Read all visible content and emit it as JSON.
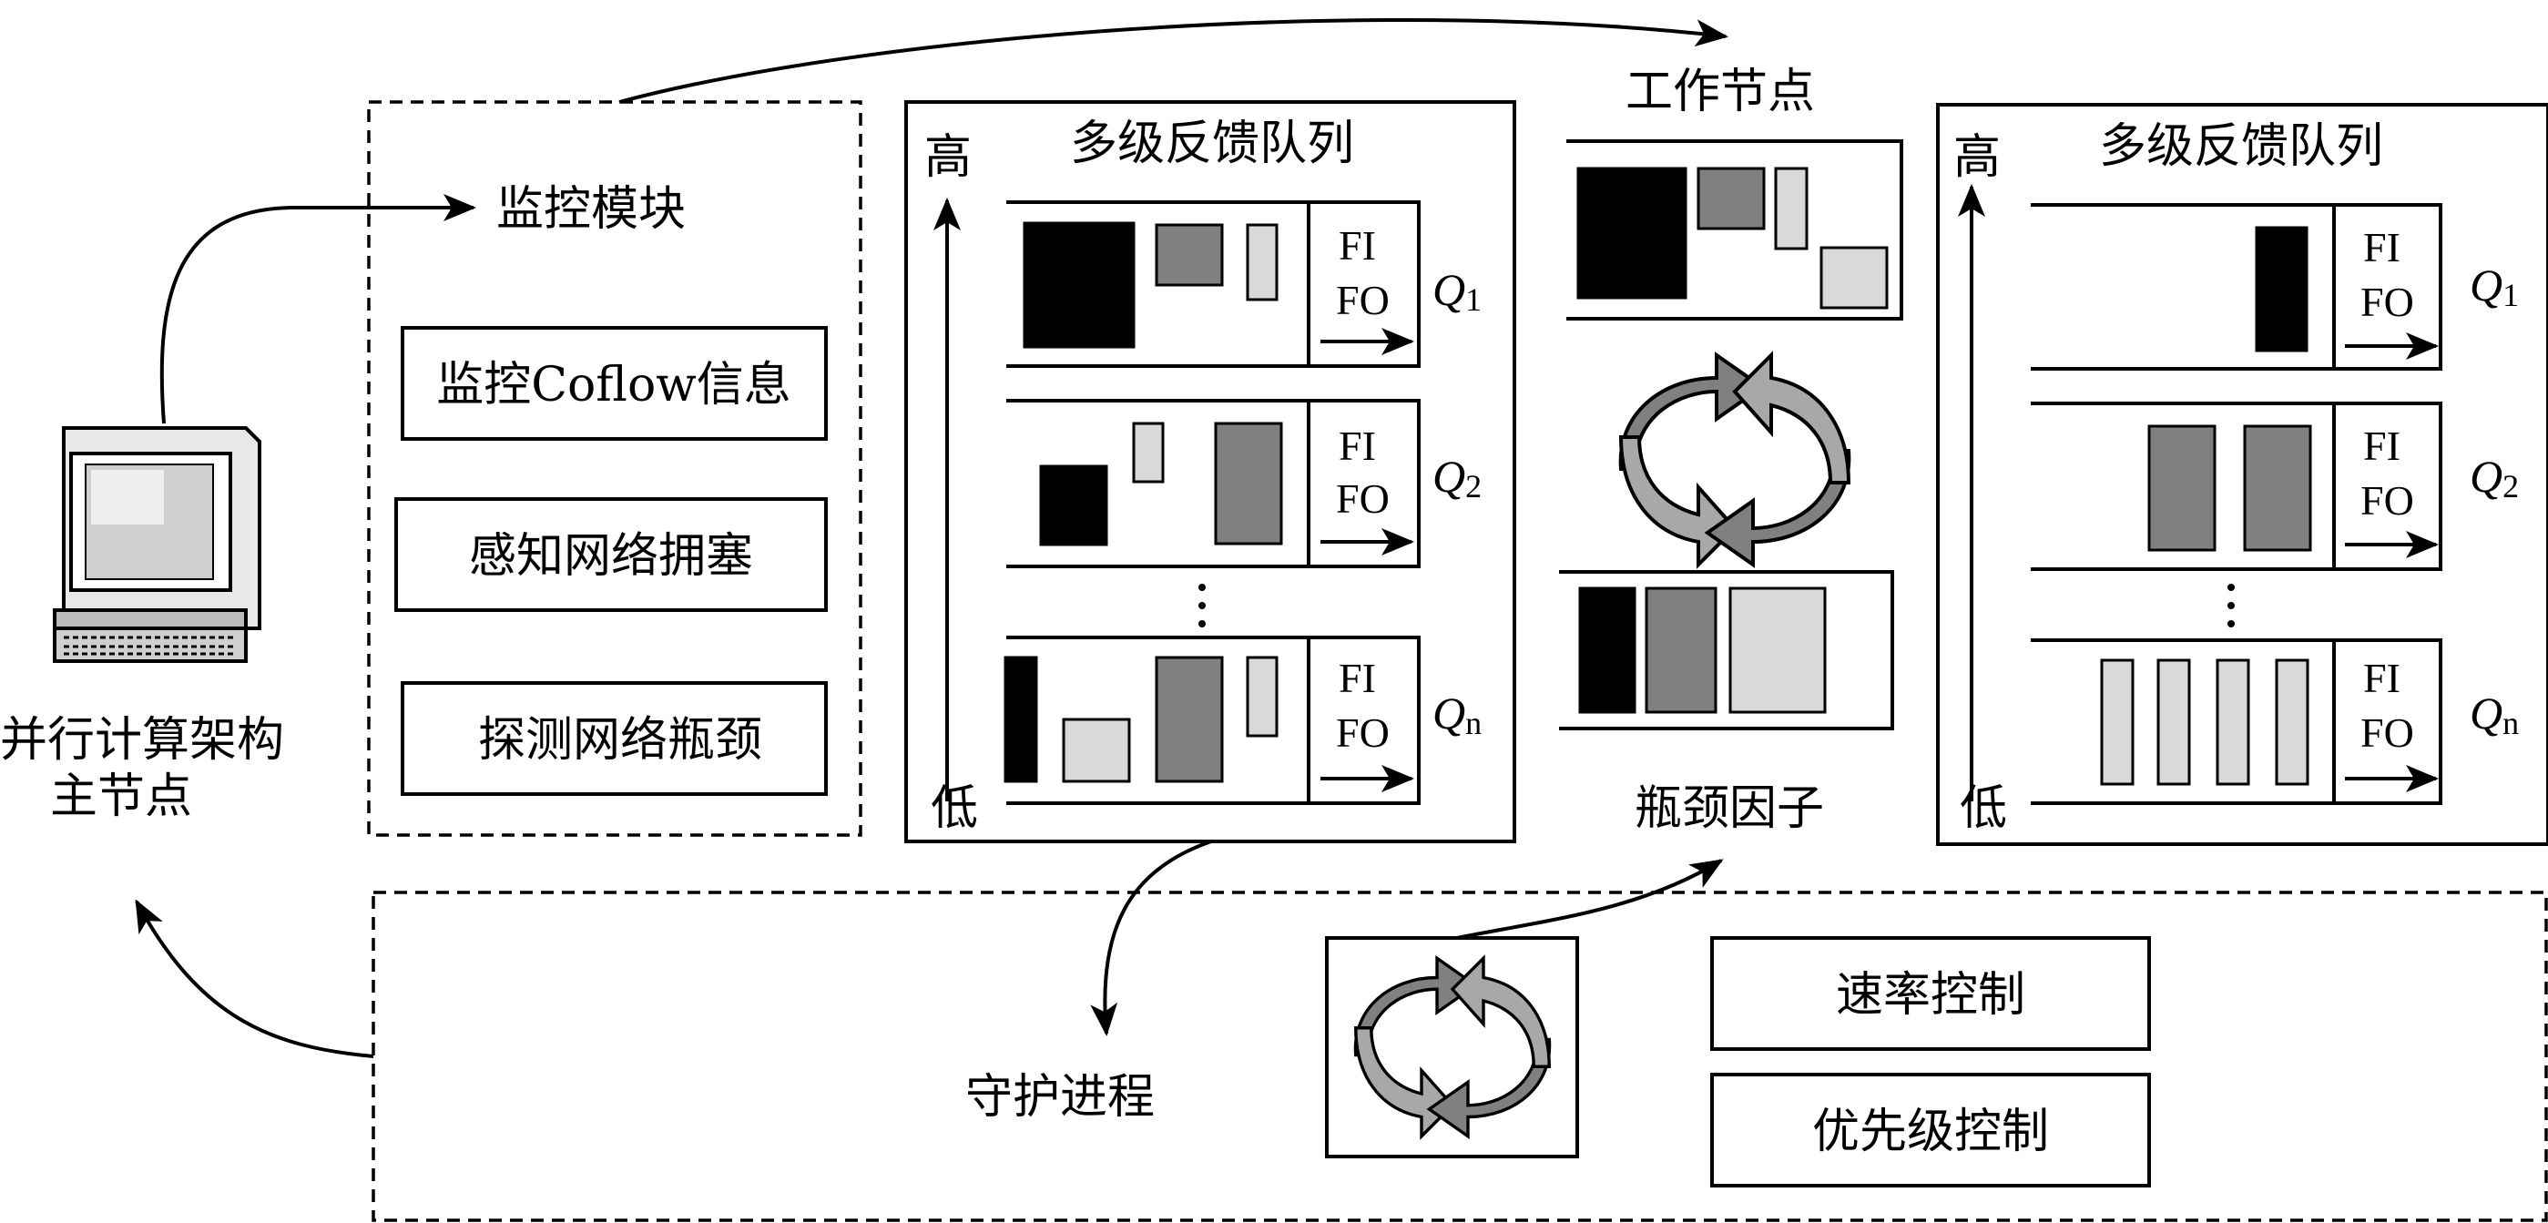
{
  "master": {
    "line1": "并行计算架构",
    "line2": "主节点"
  },
  "monitor": {
    "title": "监控模块",
    "items": [
      "监控Coflow信息",
      "感知网络拥塞",
      "探测网络瓶颈"
    ]
  },
  "queue": {
    "title": "多级反馈队列",
    "high": "高",
    "low": "低",
    "fifo_top": "FI",
    "fifo_bottom": "FO",
    "labels": [
      {
        "letter": "Q",
        "sub": "1"
      },
      {
        "letter": "Q",
        "sub": "2"
      },
      {
        "letter": "Q",
        "sub": "n"
      }
    ]
  },
  "worker": {
    "title": "工作节点",
    "bottleneck": "瓶颈因子"
  },
  "daemon": {
    "title": "守护进程",
    "items": [
      "速率控制",
      "优先级控制"
    ]
  },
  "colors": {
    "black": "#000000",
    "dark_gray": "#808080",
    "light_gray": "#d9d9d9"
  }
}
